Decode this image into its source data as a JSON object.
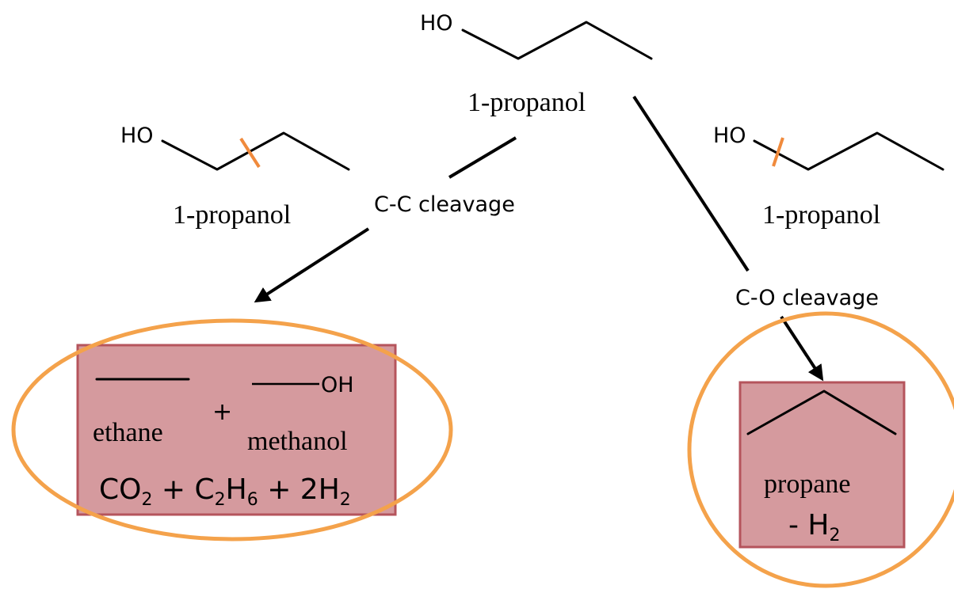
{
  "molecules": {
    "top": {
      "oh_label": "HO",
      "name": "1-propanol"
    },
    "left": {
      "oh_label": "HO",
      "name": "1-propanol"
    },
    "right": {
      "oh_label": "HO",
      "name": "1-propanol"
    }
  },
  "pathways": {
    "cc": {
      "label": "C-C cleavage"
    },
    "co": {
      "label": "C-O cleavage"
    }
  },
  "products": {
    "cc_box": {
      "left_name": "ethane",
      "plus": "+",
      "oh_label": "OH",
      "right_name": "methanol",
      "eq_co": "CO",
      "eq_co_sub": "2",
      "eq_plus1": " + C",
      "eq_c_sub": "2",
      "eq_h": "H",
      "eq_h_sub": "6",
      "eq_plus2": " + 2H",
      "eq_h2_sub": "2"
    },
    "co_box": {
      "name": "propane",
      "minus": "- H",
      "h_sub": "2"
    }
  },
  "colors": {
    "box_fill": "#d59a9e",
    "box_border": "#b5545c",
    "ellipse": "#f4a24b",
    "cleave_mark": "#f08a3c"
  }
}
